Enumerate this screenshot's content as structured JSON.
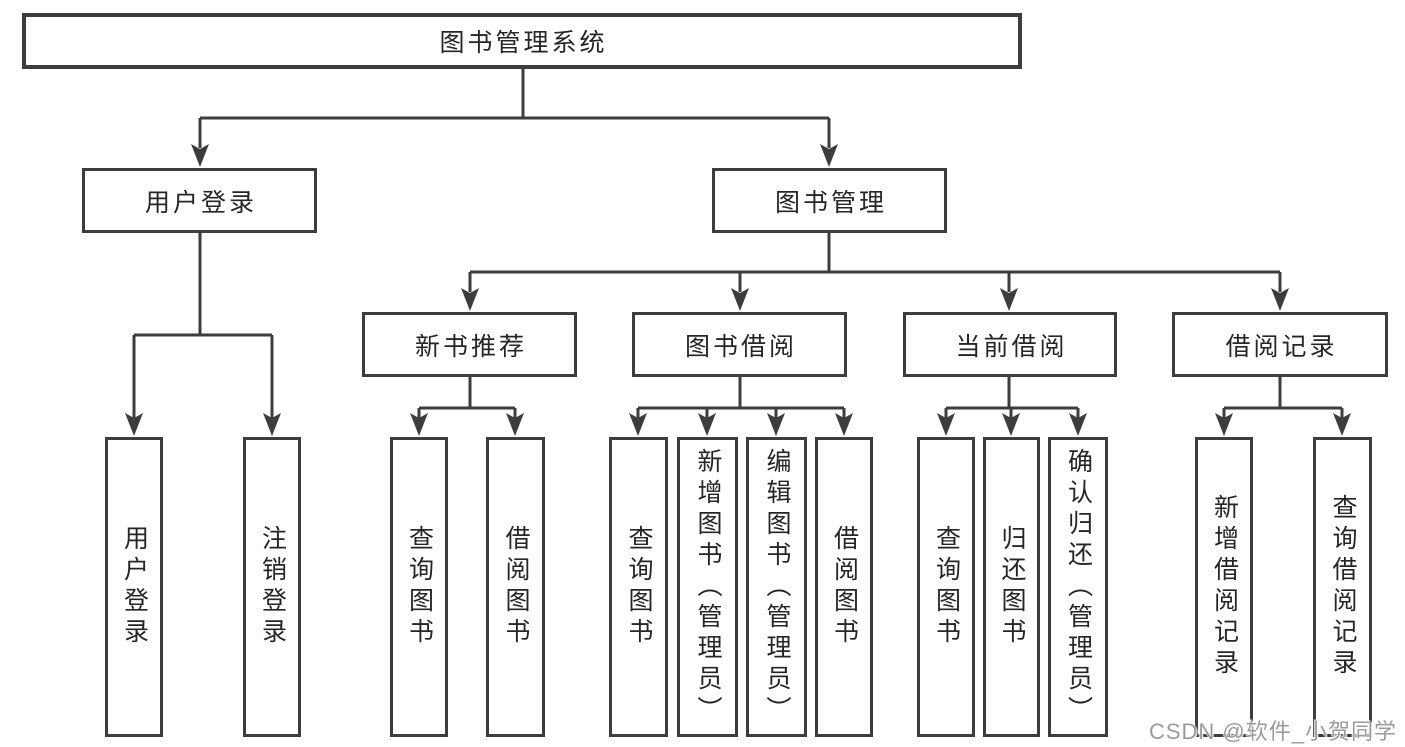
{
  "diagram": {
    "nodes": {
      "root": {
        "label": "图书管理系统"
      },
      "user_login": {
        "label": "用户登录",
        "children": [
          "用户登录",
          "注销登录"
        ]
      },
      "book_management": {
        "label": "图书管理"
      },
      "new_book_recommend": {
        "label": "新书推荐",
        "children": [
          "查询图书",
          "借阅图书"
        ]
      },
      "book_borrowing": {
        "label": "图书借阅",
        "children": [
          "查询图书",
          "新增图书（管理员）",
          "编辑图书（管理员）",
          "借阅图书"
        ]
      },
      "current_borrowing": {
        "label": "当前借阅",
        "children": [
          "查询图书",
          "归还图书",
          "确认归还（管理员）"
        ]
      },
      "borrowing_records": {
        "label": "借阅记录",
        "children": [
          "新增借阅记录",
          "查询借阅记录"
        ]
      }
    },
    "colors": {
      "line": "#3d3d3d",
      "box_border": "#3d3d3d",
      "text": "#262626",
      "background": "#ffffff",
      "watermark": "#9b9b9b"
    },
    "watermark": "CSDN @软件_小贺同学"
  }
}
